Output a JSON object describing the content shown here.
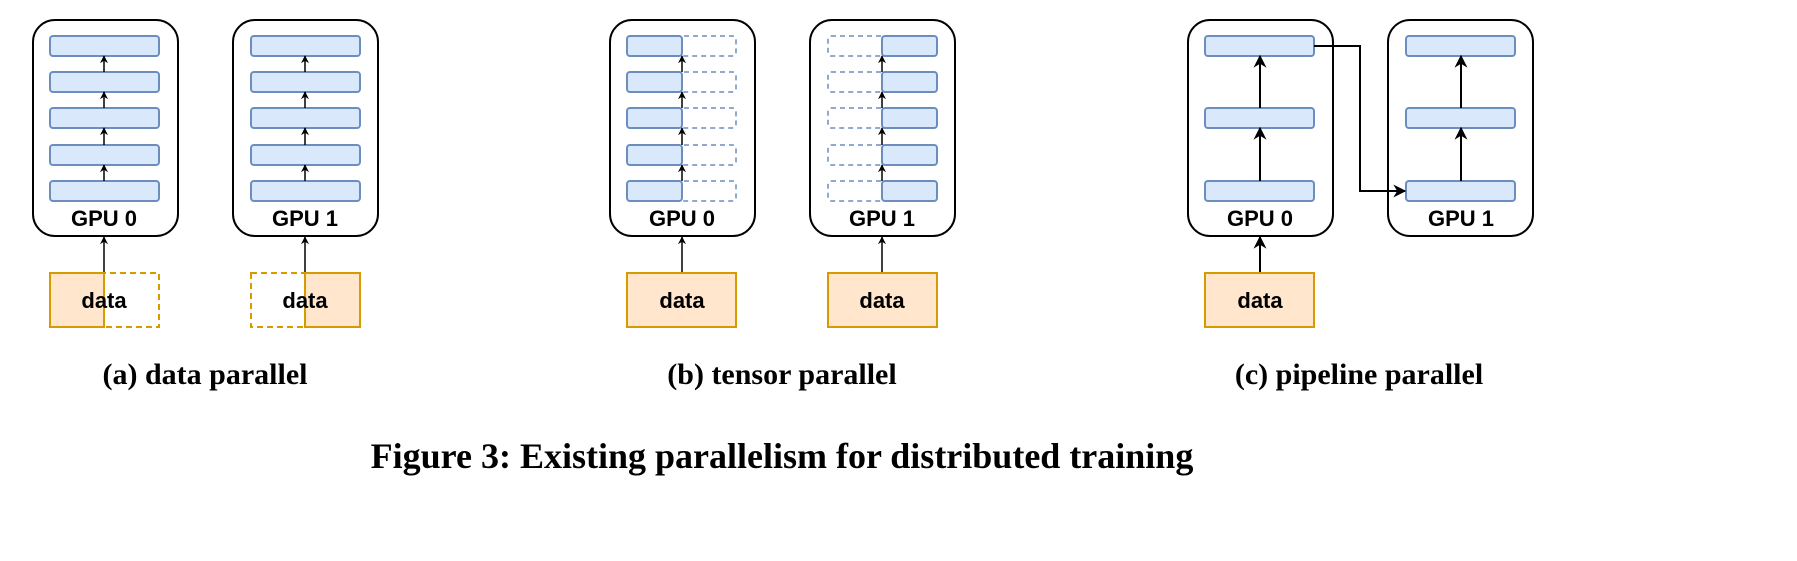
{
  "colors": {
    "layer_fill": "#dae8fc",
    "layer_stroke": "#6c8ebf",
    "data_fill": "#ffe6cc",
    "data_stroke": "#d79b00",
    "ink": "#000000"
  },
  "panels": [
    {
      "id": "a",
      "caption": "(a) data parallel",
      "gpus": [
        {
          "label": "GPU 0",
          "data_label": "data"
        },
        {
          "label": "GPU 1",
          "data_label": "data"
        }
      ]
    },
    {
      "id": "b",
      "caption": "(b) tensor parallel",
      "gpus": [
        {
          "label": "GPU 0",
          "data_label": "data"
        },
        {
          "label": "GPU 1",
          "data_label": "data"
        }
      ]
    },
    {
      "id": "c",
      "caption": "(c) pipeline parallel",
      "gpus": [
        {
          "label": "GPU 0",
          "data_label": "data"
        },
        {
          "label": "GPU 1"
        }
      ]
    }
  ],
  "figure_caption": "Figure 3: Existing parallelism for distributed training"
}
